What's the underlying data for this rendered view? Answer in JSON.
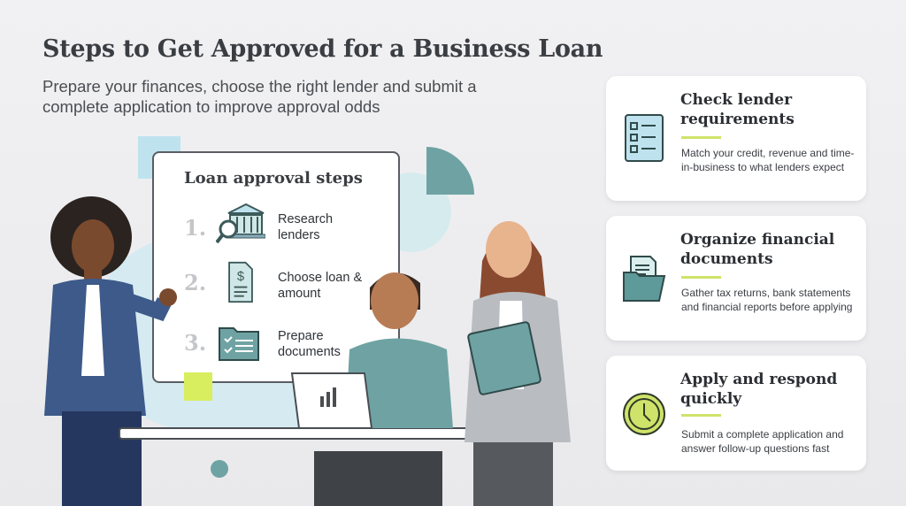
{
  "header": {
    "title": "Steps to Get Approved for a Business Loan",
    "subtitle": "Prepare your finances, choose the right lender and submit a complete application to improve approval odds"
  },
  "board": {
    "title": "Loan approval steps",
    "steps": [
      {
        "number": "1.",
        "label": "Research lenders",
        "icon": "bank-magnifier-icon"
      },
      {
        "number": "2.",
        "label": "Choose loan & amount",
        "icon": "dollar-document-icon"
      },
      {
        "number": "3.",
        "label": "Prepare documents",
        "icon": "folder-checklist-icon"
      }
    ]
  },
  "cards": [
    {
      "title": "Check lender requirements",
      "text": "Match your credit, revenue and time-in-business to what lenders expect",
      "icon": "checklist-icon"
    },
    {
      "title": "Organize financial documents",
      "text": "Gather tax returns, bank statements and financial reports before applying",
      "icon": "folder-icon"
    },
    {
      "title": "Apply and respond quickly",
      "text": "Submit a complete application and answer follow-up questions fast",
      "icon": "clock-icon"
    }
  ],
  "colors": {
    "accent": "#cfe36a",
    "teal": "#5f9a9a",
    "light_blue": "#bfe3ee",
    "text": "#2f3338"
  }
}
